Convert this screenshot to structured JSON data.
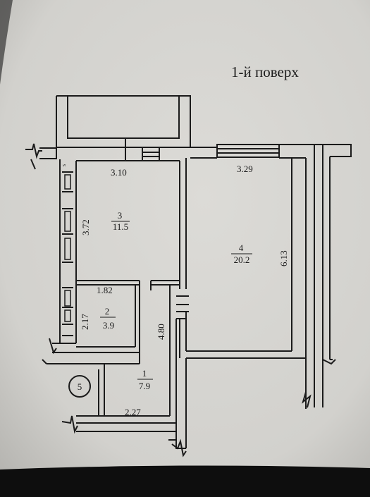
{
  "plan": {
    "title": "1-й поверх",
    "rooms": [
      {
        "number": "1",
        "area": "7.9"
      },
      {
        "number": "2",
        "area": "3.9"
      },
      {
        "number": "3",
        "area": "11.5"
      },
      {
        "number": "4",
        "area": "20.2"
      }
    ],
    "dimensions": {
      "room3_width": "3.10",
      "room3_height": "3.72",
      "room4_width": "3.29",
      "room4_height": "6.13",
      "room2_width": "1.82",
      "room2_height": "2.17",
      "corridor_height": "4.80",
      "room1_width": "2.27"
    },
    "marker": "5"
  },
  "colors": {
    "paper": "#d6d5d1",
    "paper_shadow": "#b9b8b4",
    "ink": "#1b1b1b",
    "frame": "#0e0e0e"
  }
}
